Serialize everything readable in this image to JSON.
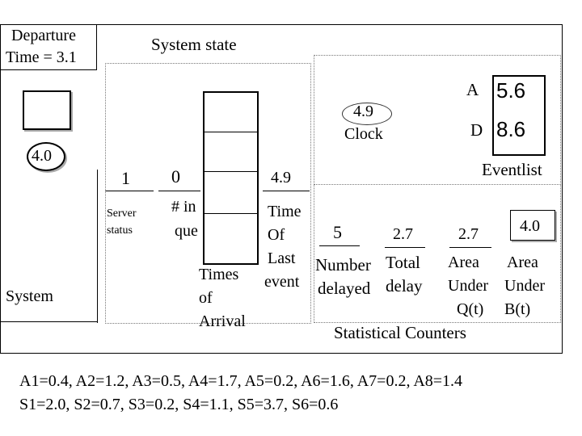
{
  "departure_box": {
    "line1": "Departure",
    "line2": "Time = 3.1"
  },
  "system_state_title": "System state",
  "system_label": "System",
  "next_arrival_value": "4.0",
  "server_status": {
    "value": "1",
    "label_line1": "Server",
    "label_line2": "status"
  },
  "number_in_queue": {
    "value": "0",
    "label_line1": "# in",
    "label_line2": "que"
  },
  "times_of_arrival": {
    "line1": "Times",
    "line2": "of",
    "line3": "Arrival"
  },
  "time_of_last_event": {
    "value": "4.9",
    "line1": "Time",
    "line2": "Of",
    "line3": "Last",
    "line4": "event"
  },
  "clock": {
    "value": "4.9",
    "label": "Clock"
  },
  "event_list": {
    "label": "Eventlist",
    "arrival_key": "A",
    "arrival_value": "5.6",
    "departure_key": "D",
    "departure_value": "8.6"
  },
  "statistical_counters": {
    "label": "Statistical Counters",
    "number_delayed": {
      "value": "5",
      "line1": "Number",
      "line2": "delayed"
    },
    "total_delay": {
      "value": "2.7",
      "line1": "Total",
      "line2": "delay"
    },
    "area_q": {
      "value": "2.7",
      "line1": "Area",
      "line2": "Under",
      "line3": "Q(t)"
    },
    "area_b": {
      "value": "4.0",
      "line1": "Area",
      "line2": "Under",
      "line3": "B(t)"
    }
  },
  "interarrival_times": "A1=0.4, A2=1.2, A3=0.5, A4=1.7, A5=0.2, A6=1.6, A7=0.2, A8=1.4",
  "service_times": "S1=2.0, S2=0.7, S3=0.2, S4=1.1, S5=3.7, S6=0.6"
}
